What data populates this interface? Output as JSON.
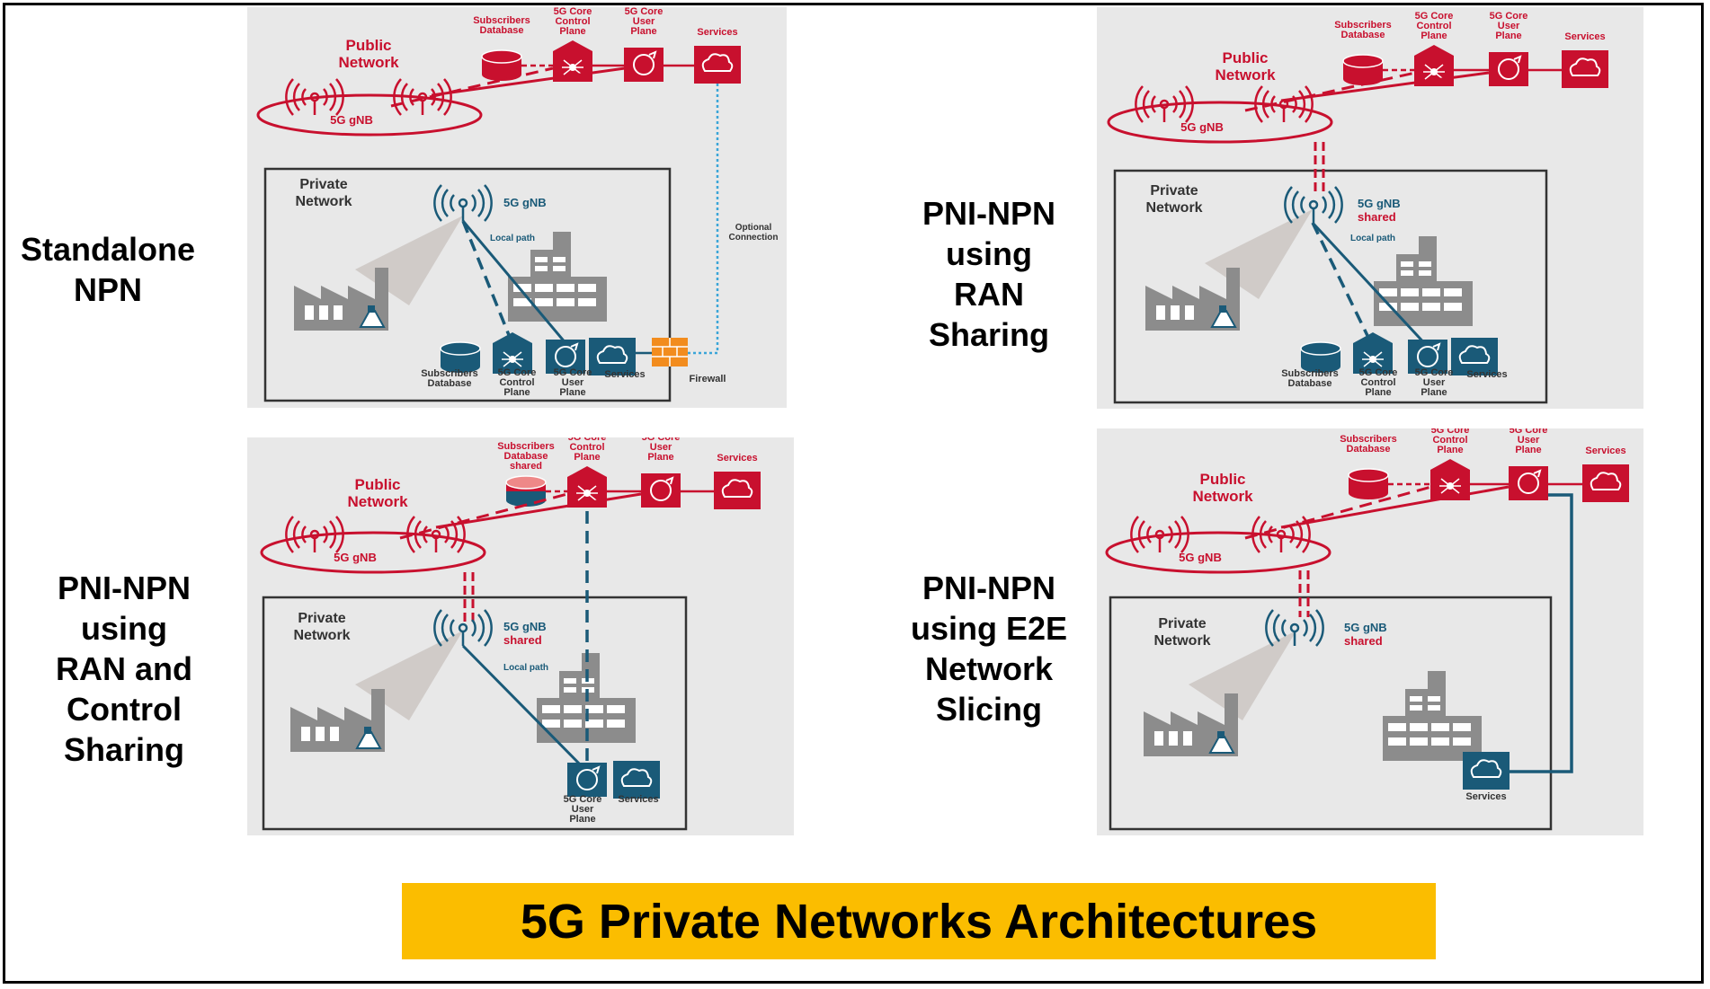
{
  "labels": {
    "standalone": [
      "Standalone",
      "NPN"
    ],
    "ran_sharing": [
      "PNI-NPN",
      "using",
      "RAN",
      "Sharing"
    ],
    "ran_control": [
      "PNI-NPN",
      "using",
      "RAN and",
      "Control",
      "Sharing"
    ],
    "e2e": [
      "PNI-NPN",
      "using E2E",
      "Network",
      "Slicing"
    ]
  },
  "title": "5G Private Networks Architectures",
  "common": {
    "public_network": [
      "Public",
      "Network"
    ],
    "private_network": [
      "Private",
      "Network"
    ],
    "gnb": "5G gNB",
    "shared": "shared",
    "local_path": "Local path",
    "subscribers_db": [
      "Subscribers",
      "Database"
    ],
    "subscribers_db_shared": [
      "Subscribers",
      "Database",
      "shared"
    ],
    "core_cp": [
      "5G Core",
      "Control",
      "Plane"
    ],
    "core_up": [
      "5G Core",
      "User",
      "Plane"
    ],
    "services": "Services",
    "firewall": "Firewall",
    "optional_connection": [
      "Optional",
      "Connection"
    ]
  },
  "colors": {
    "public_red": "#c8102e",
    "private_teal": "#1a5a78",
    "panel_bg": "#e8e8e8",
    "building_gray": "#8c8c8c",
    "firewall_orange": "#f28c1e",
    "optional_line": "#3ba5d8",
    "banner_yellow": "#fbbd00"
  }
}
